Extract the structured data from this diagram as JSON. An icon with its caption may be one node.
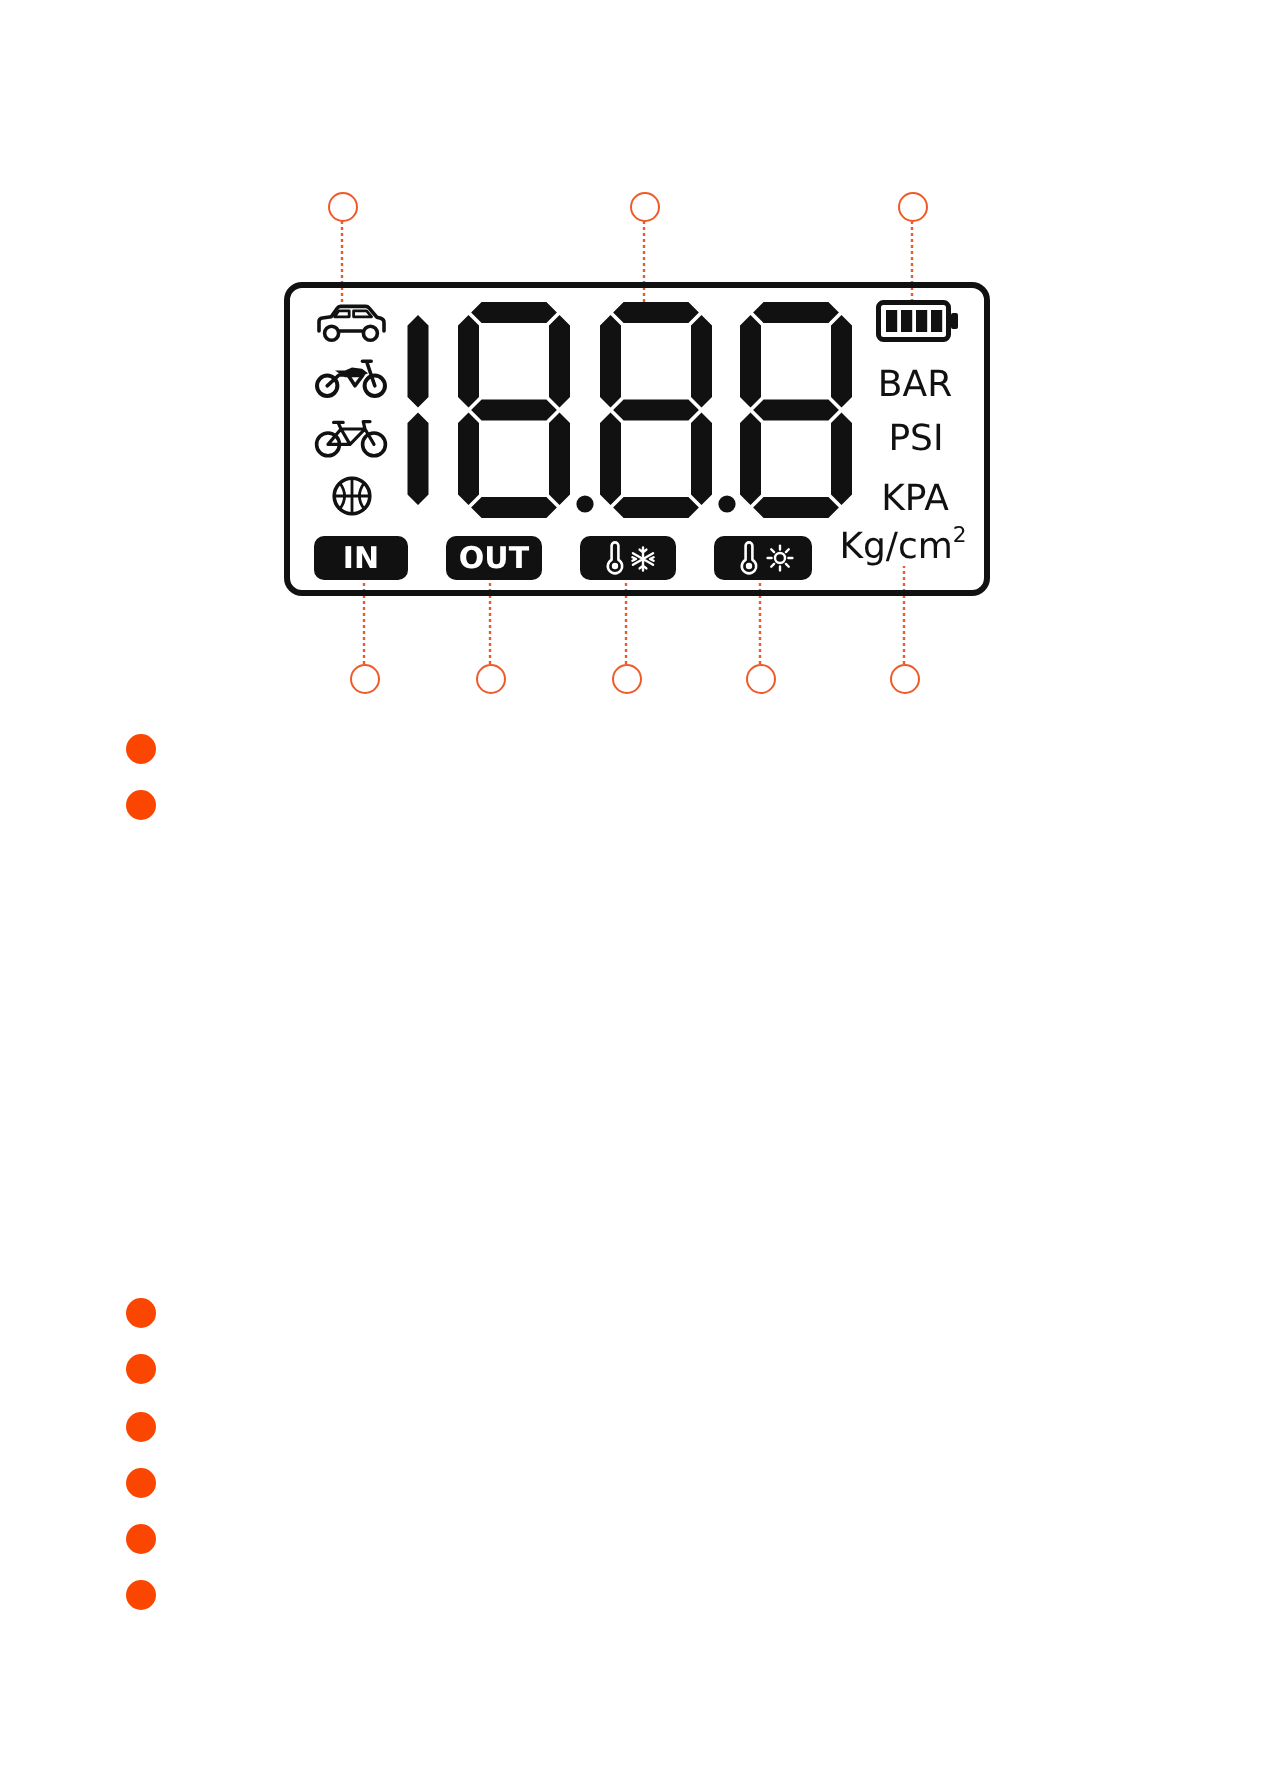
{
  "diagram": {
    "nodes": [
      {
        "text": [],
        "shape": "circle"
      },
      {
        "text": [],
        "shape": "circle"
      },
      {
        "text": [],
        "shape": "circle"
      },
      {
        "text": [],
        "shape": "box"
      },
      {
        "text": [],
        "shape": "picture",
        "in": 3
      },
      {
        "text": [],
        "shape": "picture",
        "in": 3
      },
      {
        "text": [],
        "shape": "picture",
        "in": 3
      },
      {
        "text": [
          "IN"
        ],
        "in": 3
      },
      {
        "text": [
          "OUT"
        ],
        "in": 3
      },
      {
        "text": [],
        "shape": "box",
        "in": 3
      },
      {
        "text": [],
        "shape": "box",
        "in": 3
      },
      {
        "text": [
          "Kg/cm$^{2}$"
        ],
        "in": 3
      },
      {
        "text": [],
        "shape": "circle"
      },
      {
        "text": [],
        "shape": "circle"
      },
      {
        "text": [],
        "shape": "circle"
      },
      {
        "text": [],
        "shape": "circle"
      },
      {
        "text": [],
        "shape": "circle"
      }
    ],
    "edges": [
      {
        "from": 0,
        "to": 4,
        "arrow": "none",
        "style": "dashed"
      },
      {
        "from": 1,
        "to": 5,
        "arrow": "none",
        "style": "dashed"
      },
      {
        "from": 2,
        "to": 6,
        "arrow": "none",
        "style": "dashed"
      },
      {
        "from": 12,
        "to": 7,
        "arrow": "none",
        "style": "dashed"
      },
      {
        "from": 13,
        "to": 8,
        "arrow": "none",
        "style": "dashed"
      },
      {
        "from": 14,
        "to": 9,
        "arrow": "none",
        "style": "dashed"
      },
      {
        "from": 15,
        "to": 10,
        "arrow": "none",
        "style": "dashed"
      },
      {
        "from": 16,
        "to": 11,
        "arrow": "none",
        "style": "dashed"
      }
    ],
    "labels": [
      "BAR",
      "PSI",
      "KPA"
    ]
  }
}
